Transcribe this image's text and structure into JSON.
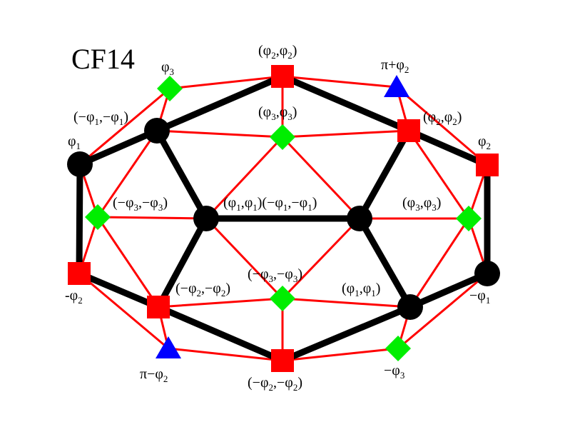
{
  "title": "CF14",
  "colors": {
    "black_edge": "#000000",
    "red_edge": "#ff0000",
    "black_node": "#000000",
    "red_square": "#ff0000",
    "green_diamond": "#00ee00",
    "blue_triangle": "#0000ff"
  },
  "labels": {
    "n1": [
      {
        "t": "φ"
      },
      {
        "t": "1",
        "s": true
      }
    ],
    "n2": [
      {
        "t": "(−φ"
      },
      {
        "t": "1",
        "s": true
      },
      {
        "t": ",−φ"
      },
      {
        "t": "1",
        "s": true
      },
      {
        "t": ")"
      }
    ],
    "n3": [
      {
        "t": "φ"
      },
      {
        "t": "3",
        "s": true
      }
    ],
    "n4": [
      {
        "t": "(φ"
      },
      {
        "t": "2",
        "s": true
      },
      {
        "t": ",φ"
      },
      {
        "t": "2",
        "s": true
      },
      {
        "t": ")"
      }
    ],
    "n5": [
      {
        "t": "π+φ"
      },
      {
        "t": "2",
        "s": true
      }
    ],
    "n6": [
      {
        "t": "(φ"
      },
      {
        "t": "3",
        "s": true
      },
      {
        "t": ",φ"
      },
      {
        "t": "3",
        "s": true
      },
      {
        "t": ")"
      }
    ],
    "n7": [
      {
        "t": "(φ"
      },
      {
        "t": "2",
        "s": true
      },
      {
        "t": ",φ"
      },
      {
        "t": "2",
        "s": true
      },
      {
        "t": ")"
      }
    ],
    "n8": [
      {
        "t": "φ"
      },
      {
        "t": "2",
        "s": true
      }
    ],
    "n9": [
      {
        "t": "(−φ"
      },
      {
        "t": "3",
        "s": true
      },
      {
        "t": ",−φ"
      },
      {
        "t": "3",
        "s": true
      },
      {
        "t": ")"
      }
    ],
    "n10": [
      {
        "t": "(φ"
      },
      {
        "t": "1",
        "s": true
      },
      {
        "t": ",φ"
      },
      {
        "t": "1",
        "s": true
      },
      {
        "t": ")(−φ"
      },
      {
        "t": "1",
        "s": true
      },
      {
        "t": ",−φ"
      },
      {
        "t": "1",
        "s": true
      },
      {
        "t": ")"
      }
    ],
    "n11": [
      {
        "t": "(φ"
      },
      {
        "t": "3",
        "s": true
      },
      {
        "t": ",φ"
      },
      {
        "t": "3",
        "s": true
      },
      {
        "t": ")"
      }
    ],
    "n12": [
      {
        "t": "-φ"
      },
      {
        "t": "2",
        "s": true
      }
    ],
    "n13": [
      {
        "t": "(−φ"
      },
      {
        "t": "2",
        "s": true
      },
      {
        "t": ",−φ"
      },
      {
        "t": "2",
        "s": true
      },
      {
        "t": ")"
      }
    ],
    "n14": [
      {
        "t": "(−φ"
      },
      {
        "t": "3",
        "s": true
      },
      {
        "t": ",−φ"
      },
      {
        "t": "3",
        "s": true
      },
      {
        "t": ")"
      }
    ],
    "n15": [
      {
        "t": "(φ"
      },
      {
        "t": "1",
        "s": true
      },
      {
        "t": ",φ"
      },
      {
        "t": "1",
        "s": true
      },
      {
        "t": ")"
      }
    ],
    "n16": [
      {
        "t": "−φ"
      },
      {
        "t": "1",
        "s": true
      }
    ],
    "n17": [
      {
        "t": "π−φ"
      },
      {
        "t": "2",
        "s": true
      }
    ],
    "n18": [
      {
        "t": "−φ"
      },
      {
        "t": "3",
        "s": true
      }
    ],
    "n19": [
      {
        "t": "(−φ"
      },
      {
        "t": "2",
        "s": true
      },
      {
        "t": ",−φ"
      },
      {
        "t": "2",
        "s": true
      },
      {
        "t": ")"
      }
    ]
  }
}
